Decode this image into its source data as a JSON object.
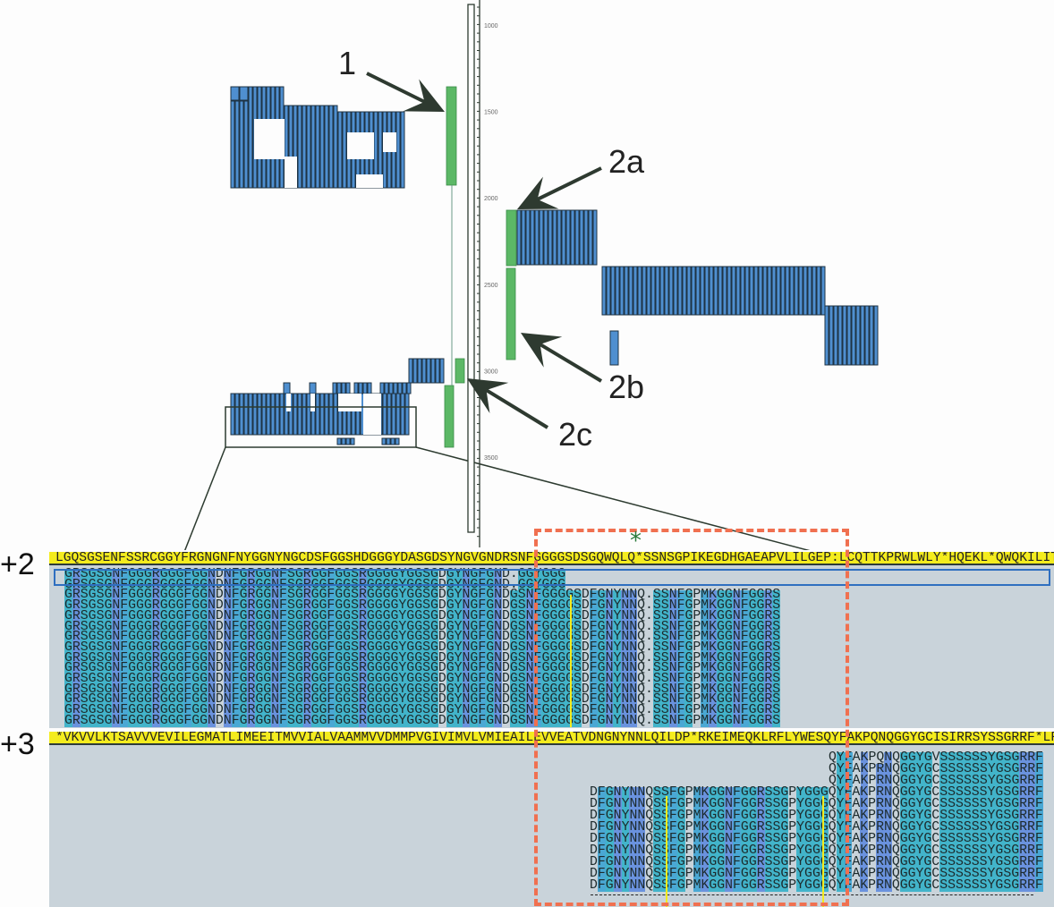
{
  "annotations": {
    "label_1": "1",
    "label_2a": "2a",
    "label_2b": "2b",
    "label_2c": "2c",
    "asterisk": "*"
  },
  "ruler": {
    "ticks": [
      "1000",
      "1500",
      "2000",
      "2500",
      "3000",
      "3500"
    ]
  },
  "frame_plus2": {
    "label": "+2",
    "translation": "LGQSGSENFSSRCGGYFRGNGNFNYGGNYNGCDSFGGSHDGGGYDASGDSYNGVGNDRSNFGGGGSDSGQWQLQ*SSNSGPIKEGDHGAEAPVLILGEP:LCQTTKPRWLWLY*HQEKL*QWQKILIT",
    "row_groups": [
      {
        "seq": "GRSGSGNFGGGRGGGFGGNDNFGRGGNFSGRGGFGGSRGGGGYGGSGDGYNGFGND.GGYGGG",
        "count": 2
      },
      {
        "seq": "GRSGSGNFGGGRGGGFGGNDNFGRGGNFSGRGGFGGSRGGGGYGGSGDGYNGFGNDGSNFGGGGSDFGNYNNQ.SSNFGPMKGGNFGGRS",
        "count": 13
      }
    ]
  },
  "frame_plus3": {
    "label": "+3",
    "translation": "*VKVVLKTSAVVVEVILEGMATLIMEEITMVVIALVAAMMVVDMMPVGIVIMVLVMIEAILEVVEATVDNGNYNNLQILDP*RKEIMEQKLRFLYWESQYFAKPQNQGGYGCISIRRSYSSGRRF*LF",
    "row_groups": [
      {
        "seq": "QYFAKPQNQGGYGVSSSSSSYGSGRRF",
        "count": 1,
        "offset": 30
      },
      {
        "seq": "QYFAKPRNQGGYGCSSSSSSYGSGRRF",
        "count": 2,
        "offset": 30
      },
      {
        "seq": "DFGNYNNQSSFGPMKGGNFGGRSSGPYGGGQYFAKPRNQGGYGCSSSSSSYGSGRRF",
        "count": 9,
        "offset": 0
      }
    ]
  },
  "colors": {
    "feature": "#4f8fd0",
    "gene": "#5cb866",
    "highlight": "#f4ec1e",
    "box": "#f07050",
    "cyan": "#42b4ca",
    "blue": "#6a92de"
  }
}
